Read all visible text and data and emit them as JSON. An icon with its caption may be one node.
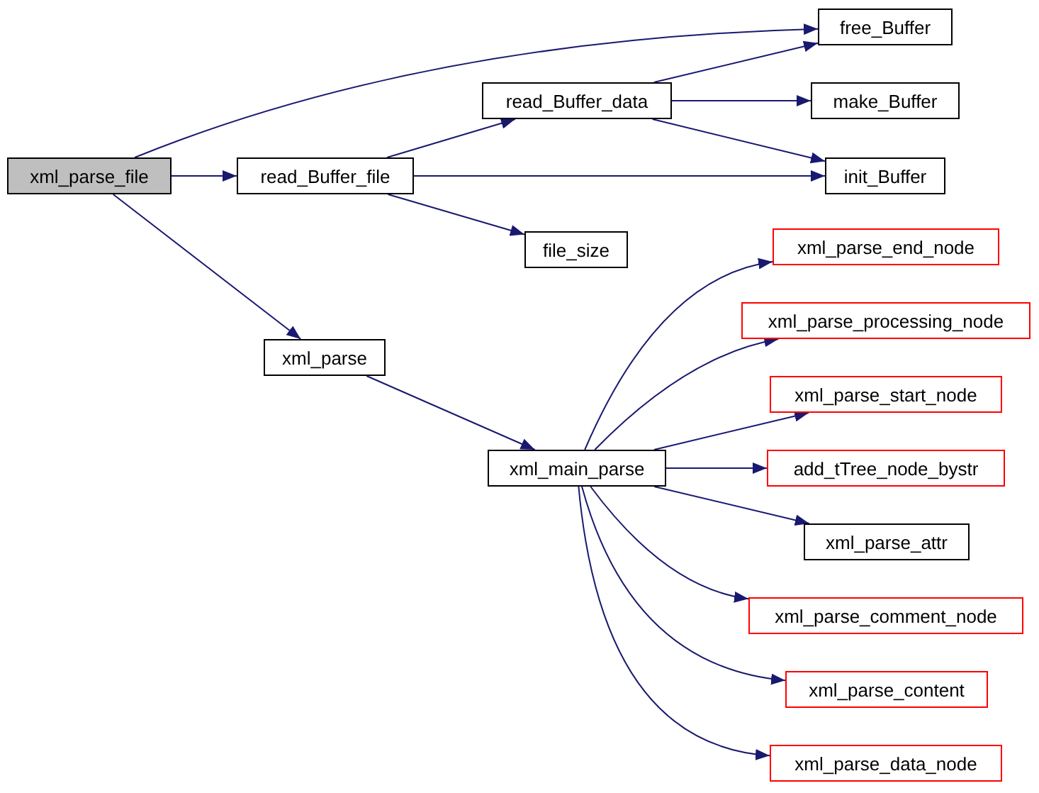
{
  "diagram": {
    "nodes": [
      {
        "text": [
          "xml_parse_file"
        ]
      },
      {
        "text": [
          "read_Buffer_file"
        ]
      },
      {
        "text": [
          "read_Buffer_data"
        ]
      },
      {
        "text": [
          "free_Buffer"
        ]
      },
      {
        "text": [
          "make_Buffer"
        ]
      },
      {
        "text": [
          "init_Buffer"
        ]
      },
      {
        "text": [
          "file_size"
        ]
      },
      {
        "text": [
          "xml_parse"
        ]
      },
      {
        "text": [
          "xml_main_parse"
        ]
      },
      {
        "text": [
          "xml_parse_end_node"
        ]
      },
      {
        "text": [
          "xml_parse_processing_node"
        ]
      },
      {
        "text": [
          "xml_parse_start_node"
        ]
      },
      {
        "text": [
          "add_tTree_node_bystr"
        ]
      },
      {
        "text": [
          "xml_parse_attr"
        ]
      },
      {
        "text": [
          "xml_parse_comment_node"
        ]
      },
      {
        "text": [
          "xml_parse_content"
        ]
      },
      {
        "text": [
          "xml_parse_data_node"
        ]
      }
    ],
    "edges": [
      {
        "from": 0,
        "to": 3,
        "arrow": "to"
      },
      {
        "from": 0,
        "to": 1,
        "arrow": "to"
      },
      {
        "from": 0,
        "to": 7,
        "arrow": "to"
      },
      {
        "from": 1,
        "to": 2,
        "arrow": "to"
      },
      {
        "from": 1,
        "to": 5,
        "arrow": "to"
      },
      {
        "from": 1,
        "to": 6,
        "arrow": "to"
      },
      {
        "from": 2,
        "to": 3,
        "arrow": "to"
      },
      {
        "from": 2,
        "to": 4,
        "arrow": "to"
      },
      {
        "from": 2,
        "to": 5,
        "arrow": "to"
      },
      {
        "from": 7,
        "to": 8,
        "arrow": "to"
      },
      {
        "from": 8,
        "to": 9,
        "arrow": "to"
      },
      {
        "from": 8,
        "to": 10,
        "arrow": "to"
      },
      {
        "from": 8,
        "to": 11,
        "arrow": "to"
      },
      {
        "from": 8,
        "to": 12,
        "arrow": "to"
      },
      {
        "from": 8,
        "to": 13,
        "arrow": "to"
      },
      {
        "from": 8,
        "to": 14,
        "arrow": "to"
      },
      {
        "from": 8,
        "to": 15,
        "arrow": "to"
      },
      {
        "from": 8,
        "to": 16,
        "arrow": "to"
      }
    ]
  }
}
